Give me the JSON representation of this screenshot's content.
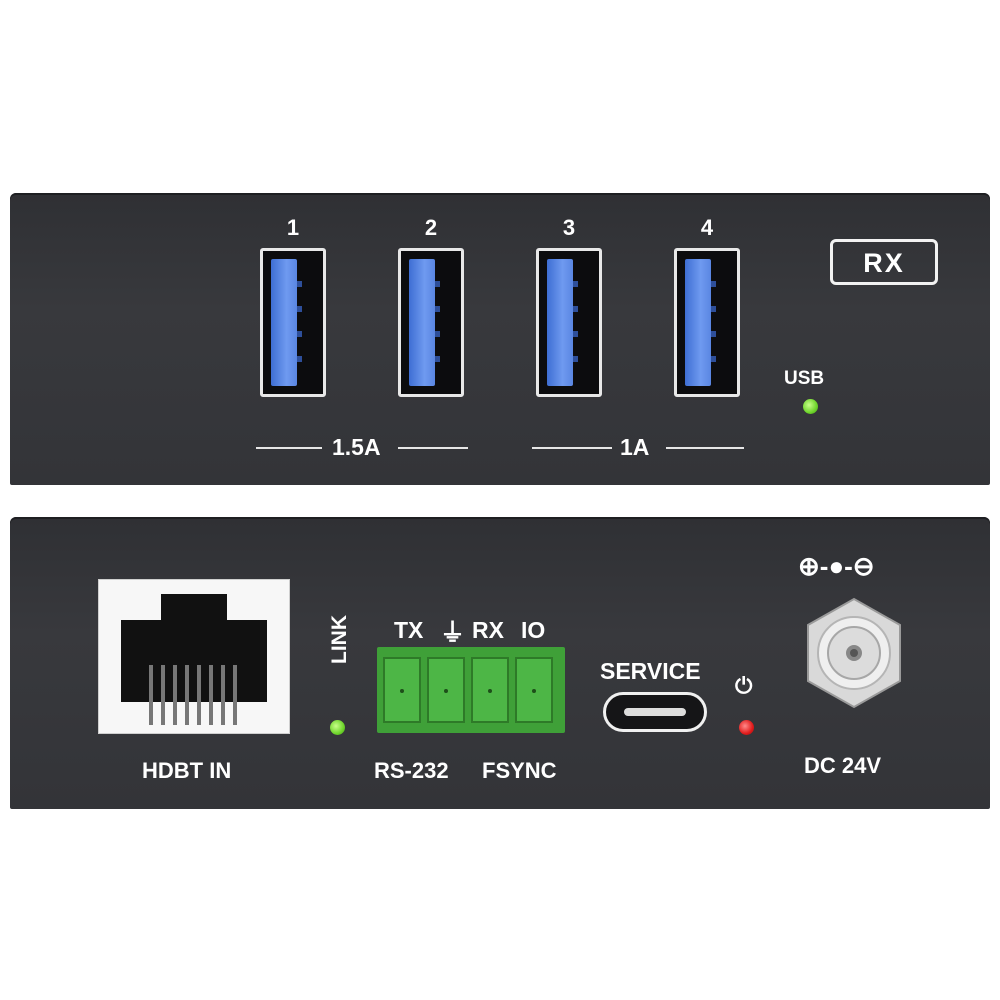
{
  "front_panel": {
    "usb_ports": [
      {
        "number": "1"
      },
      {
        "number": "2"
      },
      {
        "number": "3"
      },
      {
        "number": "4"
      }
    ],
    "current_labels": [
      "1.5A",
      "1A"
    ],
    "badge": "RX",
    "usb_led_label": "USB",
    "colors": {
      "panel": "#333438",
      "usb_tongue": "#5a86e2",
      "led_green": "#6ed42b"
    }
  },
  "rear_panel": {
    "hdbt_label": "HDBT IN",
    "link_label": "LINK",
    "terminal_top": {
      "tx": "TX",
      "ground": "⏚",
      "rx": "RX",
      "io": "IO"
    },
    "terminal_bottom": {
      "rs232": "RS-232",
      "fsync": "FSYNC"
    },
    "service_label": "SERVICE",
    "power_icon": "⏻",
    "dc_polarity": "⊕-●-⊖",
    "dc_label": "DC 24V",
    "colors": {
      "terminal": "#3fa038",
      "led_red": "#e01b1b",
      "led_green": "#6ed42b"
    }
  }
}
